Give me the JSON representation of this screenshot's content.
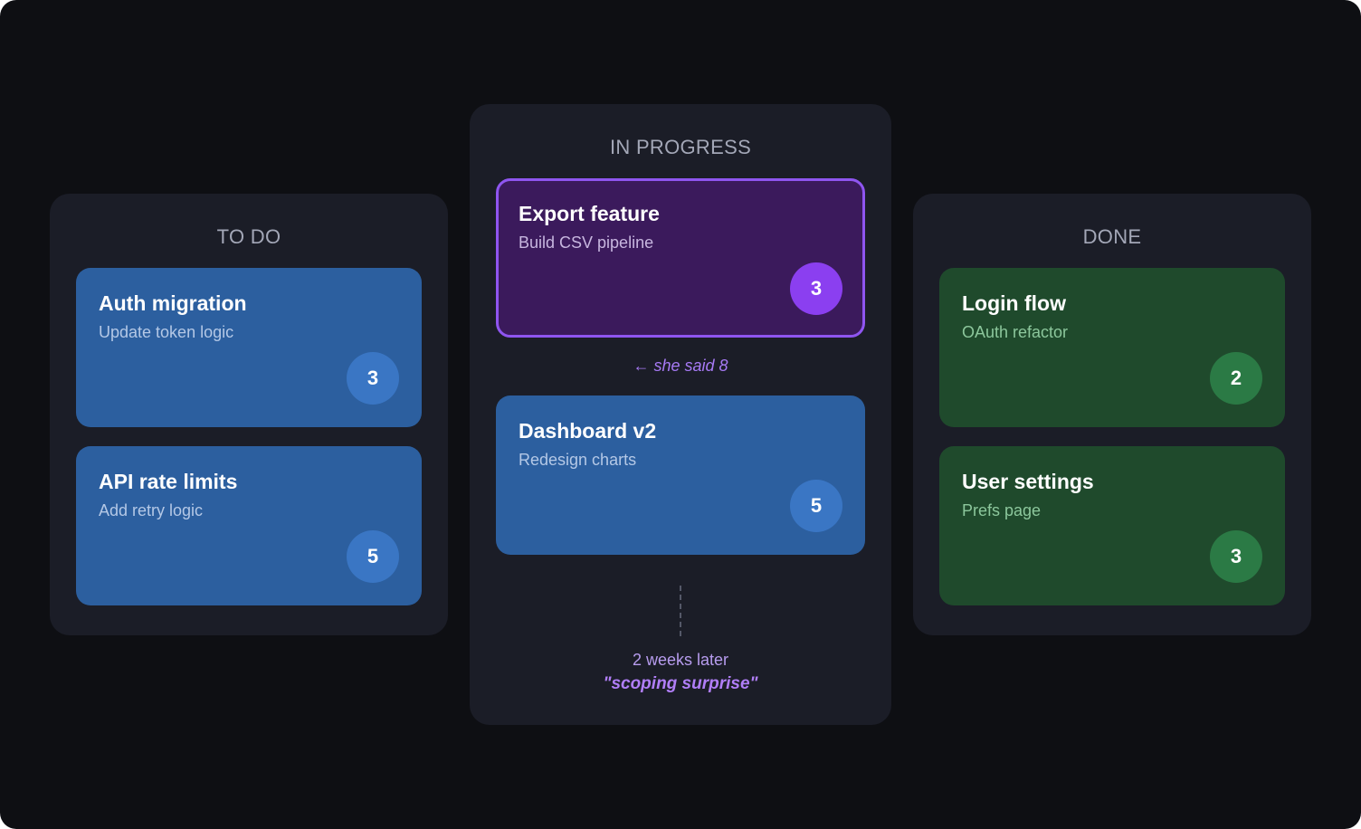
{
  "columns": {
    "todo": {
      "title": "TO DO",
      "cards": [
        {
          "title": "Auth migration",
          "subtitle": "Update token logic",
          "points": "3"
        },
        {
          "title": "API rate limits",
          "subtitle": "Add retry logic",
          "points": "5"
        }
      ]
    },
    "in_progress": {
      "title": "IN PROGRESS",
      "cards": [
        {
          "title": "Export feature",
          "subtitle": "Build CSV pipeline",
          "points": "3"
        },
        {
          "title": "Dashboard v2",
          "subtitle": "Redesign charts",
          "points": "5"
        }
      ],
      "annotation": "← she said 8",
      "later_label": "2 weeks later",
      "quote": "\"scoping surprise\""
    },
    "done": {
      "title": "DONE",
      "cards": [
        {
          "title": "Login flow",
          "subtitle": "OAuth refactor",
          "points": "2"
        },
        {
          "title": "User settings",
          "subtitle": "Prefs page",
          "points": "3"
        }
      ]
    }
  },
  "colors": {
    "background": "#0e0f13",
    "column": "#1b1d27",
    "todo_card": "#2c5f9f",
    "in_progress_highlight": "#3b1a5c",
    "highlight_border": "#8f55f0",
    "done_card": "#1f4a2c",
    "annotation": "#a77af5"
  }
}
